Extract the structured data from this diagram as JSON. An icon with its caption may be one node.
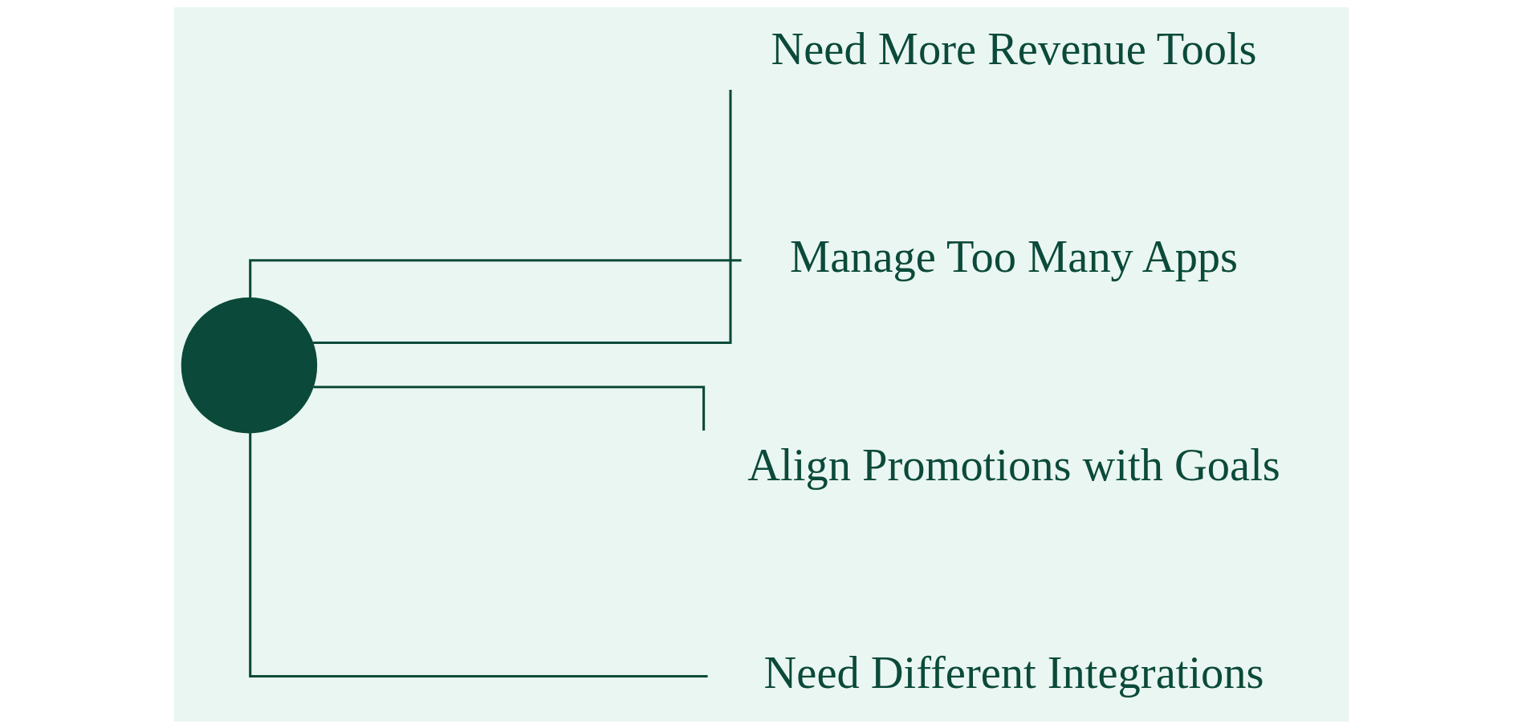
{
  "diagram": {
    "nodes": [
      {
        "text": [],
        "shape": "circle"
      },
      {
        "text": [
          "Need More Revenue Tools"
        ]
      },
      {
        "text": [
          "Manage Too Many Apps"
        ]
      },
      {
        "text": [
          "Align Promotions with Goals"
        ]
      },
      {
        "text": [
          "Need Different Integrations"
        ]
      }
    ],
    "edges": [
      {
        "from": 0,
        "to": 1,
        "arrow": "none"
      },
      {
        "from": 0,
        "to": 2,
        "arrow": "none"
      },
      {
        "from": 0,
        "to": 3,
        "arrow": "none"
      },
      {
        "from": 0,
        "to": 4,
        "arrow": "none"
      }
    ]
  }
}
